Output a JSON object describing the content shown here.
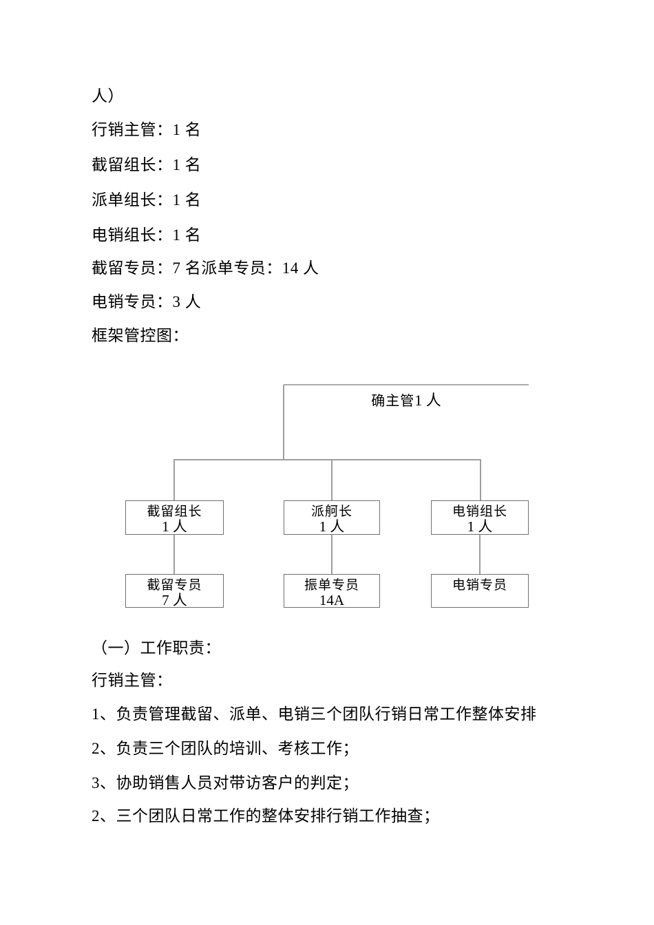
{
  "colors": {
    "background": "#ffffff",
    "text": "#000000",
    "top_rule": "#ababab",
    "connector_line": "#9e9e9e",
    "box_border": "#6f6f6f"
  },
  "paragraphs": [
    {
      "text": "人）"
    },
    {
      "text": "行销主管：1 名"
    },
    {
      "text": "截留组长：1 名"
    },
    {
      "text": "派单组长：1 名"
    },
    {
      "text": "电销组长：1 名"
    },
    {
      "text": "截留专员：7 名派单专员：14 人"
    },
    {
      "text": "电销专员：3 人"
    },
    {
      "text": "框架管控图："
    }
  ],
  "org_chart": {
    "root": {
      "title": "确主管",
      "count": "1 人"
    },
    "level2": [
      {
        "title": "截留组长",
        "count": "1 人"
      },
      {
        "title": "派舸长",
        "count": "1 人"
      },
      {
        "title": "电销组长",
        "count": "1 人"
      }
    ],
    "level3": [
      {
        "title": "截留专员",
        "count": "7 人"
      },
      {
        "title": "振单专员",
        "count": "14A"
      },
      {
        "title": "电销专员",
        "count": ""
      }
    ]
  },
  "duties": [
    {
      "text": "（一）工作职责："
    },
    {
      "text": "行销主管："
    },
    {
      "text": "1、负责管理截留、派单、电销三个团队行销日常工作整体安排"
    },
    {
      "text": "2、负责三个团队的培训、考核工作；"
    },
    {
      "text": "3、协助销售人员对带访客户的判定；"
    },
    {
      "text": "2、三个团队日常工作的整体安排行销工作抽查；"
    }
  ]
}
